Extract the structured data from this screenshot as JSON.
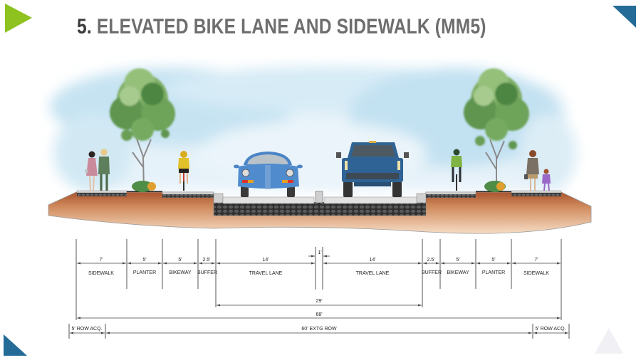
{
  "slide": {
    "title_number": "5.",
    "title_text": "ELEVATED BIKE LANE AND SIDEWALK (MM5)"
  },
  "colors": {
    "accent_green": "#8dc21f",
    "accent_blue": "#246b98",
    "title_dark": "#3b3b3b",
    "title_gray": "#6e6e6e",
    "corner_light": "#f0f0f5"
  },
  "illustration": {
    "elements": [
      {
        "icon": "pedestrian-couple-icon",
        "zone": "left sidewalk"
      },
      {
        "icon": "street-tree-icon",
        "zone": "left planter"
      },
      {
        "icon": "cyclist-icon",
        "zone": "left bikeway"
      },
      {
        "icon": "sedan-car-icon",
        "zone": "left travel lane"
      },
      {
        "icon": "pickup-truck-icon",
        "zone": "right travel lane"
      },
      {
        "icon": "cyclist-icon",
        "zone": "right bikeway"
      },
      {
        "icon": "street-tree-icon",
        "zone": "right planter"
      },
      {
        "icon": "pedestrian-adult-child-icon",
        "zone": "right sidewalk"
      }
    ]
  },
  "cross_section": {
    "segments": [
      {
        "value": "7'",
        "label": "SIDEWALK"
      },
      {
        "value": "5'",
        "label": "PLANTER"
      },
      {
        "value": "5'",
        "label": "BIKEWAY"
      },
      {
        "value": "2.5'",
        "label": "BUFFER"
      },
      {
        "value": "14'",
        "label": "TRAVEL LANE"
      },
      {
        "value": "14'",
        "label": "TRAVEL LANE"
      },
      {
        "value": "2.5'",
        "label": "BUFFER"
      },
      {
        "value": "5'",
        "label": "BIKEWAY"
      },
      {
        "value": "5'",
        "label": "PLANTER"
      },
      {
        "value": "7'",
        "label": "SIDEWALK"
      }
    ],
    "median": {
      "value": "1'"
    },
    "totals": {
      "curb_to_curb": "29'",
      "overall": "68'"
    },
    "row": [
      {
        "label": "5' ROW ACQ."
      },
      {
        "label": "60' EXTG ROW"
      },
      {
        "label": "5' ROW ACQ."
      }
    ]
  }
}
